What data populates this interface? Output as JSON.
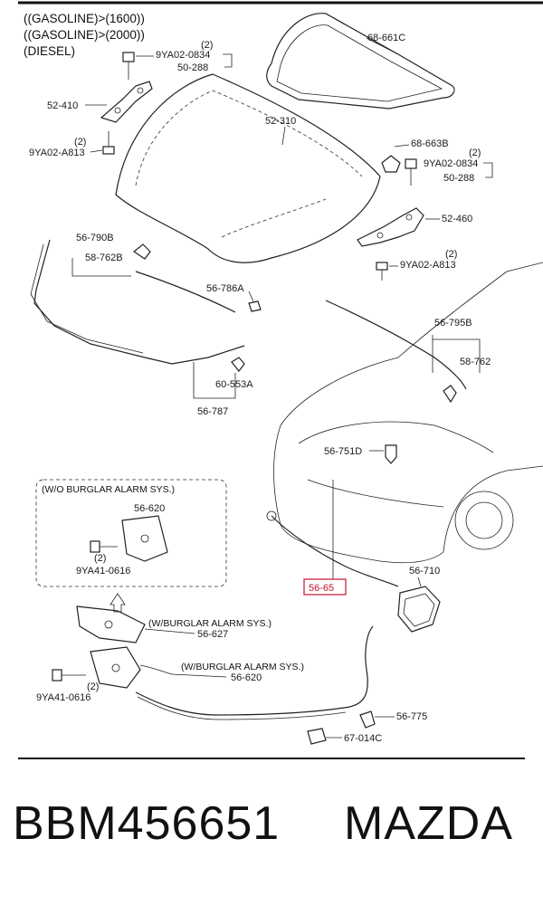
{
  "header_lines": [
    "((GASOLINE)>(1600))",
    "((GASOLINE)>(2000))",
    "(DIESEL)"
  ],
  "labels": {
    "l_68661C": "68-661C",
    "l_9YA020834_a": "9YA02-0834",
    "l_2_a": "(2)",
    "l_50288_a": "50-288",
    "l_52410": "52-410",
    "l_52310": "52-310",
    "l_2_b": "(2)",
    "l_9YA02A813_a": "9YA02-A813",
    "l_68663B": "68-663B",
    "l_2_c": "(2)",
    "l_9YA020834_b": "9YA02-0834",
    "l_50288_b": "50-288",
    "l_52460": "52-460",
    "l_2_d": "(2)",
    "l_9YA02A813_b": "9YA02-A813",
    "l_56790B": "56-790B",
    "l_58762B": "58-762B",
    "l_56786A": "56-786A",
    "l_56795B": "56-795B",
    "l_58762": "58-762",
    "l_60553A": "60-553A",
    "l_56787": "56-787",
    "l_56751D": "56-751D",
    "l_wo_alarm": "(W/O BURGLAR ALARM SYS.)",
    "l_56620_a": "56-620",
    "l_2_e": "(2)",
    "l_9YA410616_a": "9YA41-0616",
    "l_5665": "56-65",
    "l_56710": "56-710",
    "l_w_alarm_a": "(W/BURGLAR ALARM SYS.)",
    "l_56627": "56-627",
    "l_w_alarm_b": "(W/BURGLAR ALARM SYS.)",
    "l_56620_b": "56-620",
    "l_2_f": "(2)",
    "l_9YA410616_b": "9YA41-0616",
    "l_56775": "56-775",
    "l_67014C": "67-014C"
  },
  "colors": {
    "highlight": "#c8102e",
    "line": "#222222"
  },
  "footer": {
    "part_number": "BBM456651",
    "brand": "MAZDA"
  }
}
